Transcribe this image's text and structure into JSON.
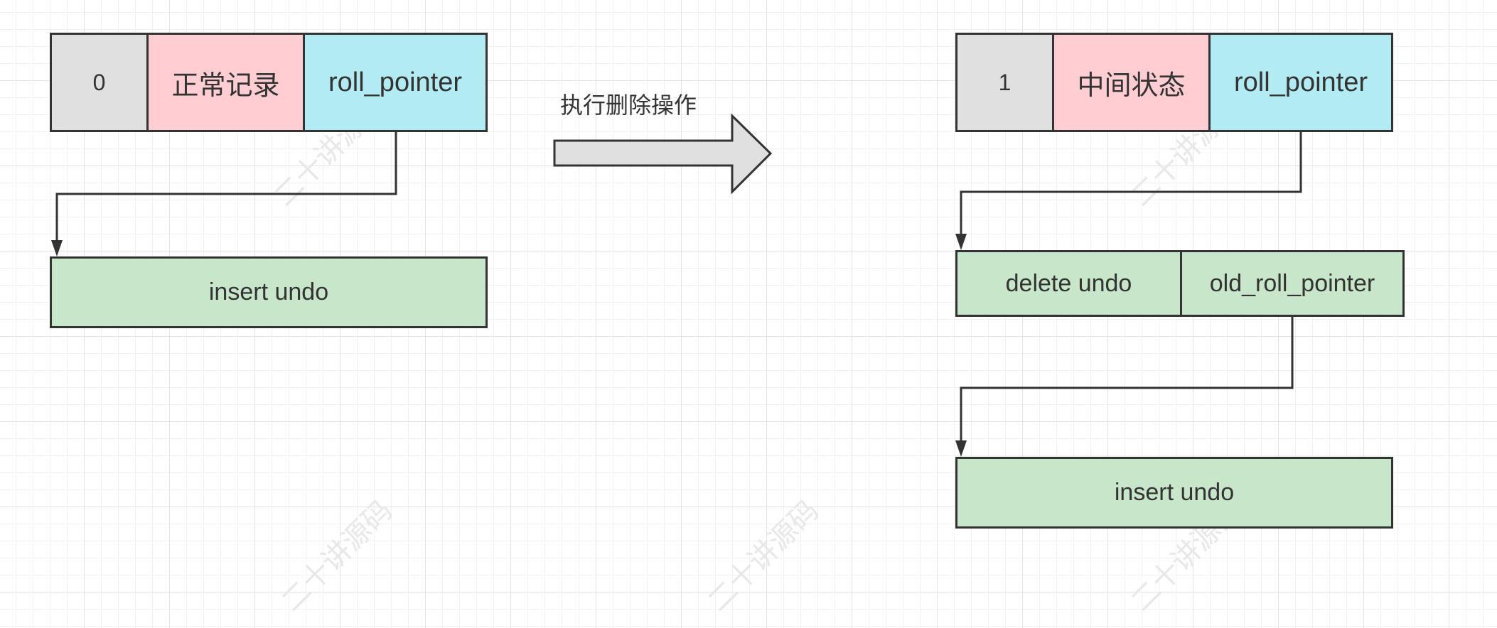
{
  "watermark": "二十讲源码",
  "left": {
    "record": {
      "flag": "0",
      "content": "正常记录",
      "pointer": "roll_pointer"
    },
    "undo": {
      "label": "insert undo"
    }
  },
  "transition": {
    "label": "执行删除操作"
  },
  "right": {
    "record": {
      "flag": "1",
      "content": "中间状态",
      "pointer": "roll_pointer"
    },
    "delete_undo": {
      "label": "delete undo",
      "pointer": "old_roll_pointer"
    },
    "insert_undo": {
      "label": "insert undo"
    }
  },
  "colors": {
    "flag": "#e0e0e0",
    "content": "#ffcdd2",
    "pointer": "#b2ebf2",
    "undo": "#c8e6c9",
    "stroke": "#333333"
  }
}
